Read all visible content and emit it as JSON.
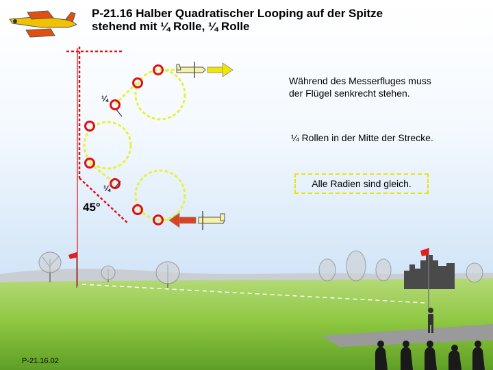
{
  "title": {
    "line1": "P-21.16 Halber Quadratischer Looping auf der Spitze",
    "line2": "stehend mit ¼ Rolle, ¼ Rolle"
  },
  "notes": {
    "knife_edge": "Während des Messerfluges muss der Flügel senkrecht stehen.",
    "rolls_middle": "¼ Rollen in der Mitte der Strecke.",
    "radii": "Alle Radien sind gleich."
  },
  "labels": {
    "roll_upper": "¼",
    "roll_lower": "¼",
    "angle": "45°"
  },
  "figure_code": "P-21.16.02",
  "colors": {
    "sky_top": "#cfe3f6",
    "grass": "#86c23d",
    "path_yellow": "#e6f23c",
    "marker_red": "#e01010",
    "entry_arrow": "#e04020",
    "exit_arrow": "#f2e600",
    "guide_red": "#e01010"
  }
}
